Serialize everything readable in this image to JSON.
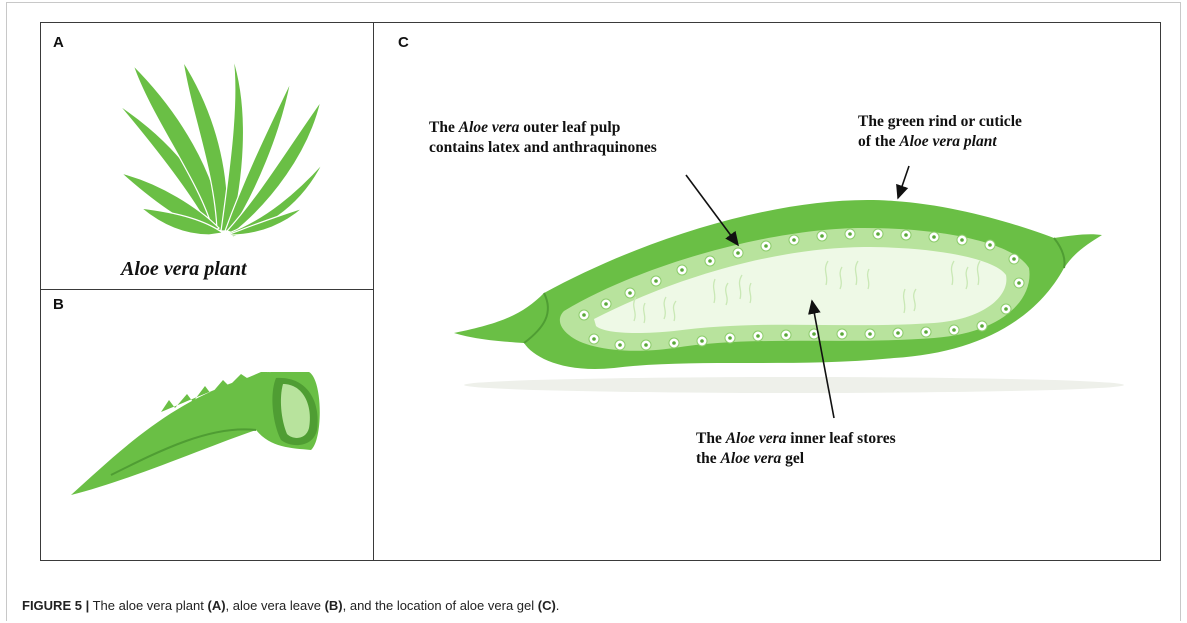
{
  "panels": {
    "a": {
      "letter": "A",
      "caption": "Aloe vera plant"
    },
    "b": {
      "letter": "B"
    },
    "c": {
      "letter": "C",
      "label_outer_pulp": {
        "line1_pre": "The ",
        "line1_italic": "Aloe vera",
        "line1_post": " outer leaf pulp",
        "line2": "contains latex and anthraquinones"
      },
      "label_rind": {
        "line1": "The green rind or cuticle",
        "line2_pre": "of the ",
        "line2_italic": "Aloe vera plant"
      },
      "label_inner": {
        "line1_pre": "The ",
        "line1_italic": "Aloe vera",
        "line1_post": " inner leaf stores",
        "line2_pre": "the ",
        "line2_italic": "Aloe vera",
        "line2_post": " gel"
      }
    }
  },
  "caption": {
    "figure_label": "FIGURE 5 |",
    "t1": " The aloe vera plant ",
    "r1": "(A)",
    "t2": ", aloe vera leave ",
    "r2": "(B)",
    "t3": ", and the location of aloe vera gel ",
    "r3": "(C)",
    "t4": "."
  },
  "colors": {
    "rind": "#6abf45",
    "rind_dark": "#4f9d33",
    "pulp": "#b8e39d",
    "gel": "#eef9e6",
    "cell": "#5aa83a"
  }
}
